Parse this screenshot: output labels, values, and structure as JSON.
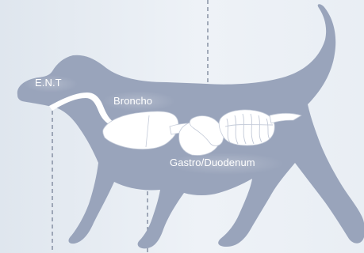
{
  "labels": {
    "ent": "E.N.T",
    "broncho": "Broncho",
    "gastro": "Gastro/Duodenum"
  },
  "colors": {
    "background": "#e9eef4",
    "silhouette": "#99a4bb",
    "organs": "#ffffff",
    "organ_outline": "#c3cad8",
    "guide_lines": "#6f7a90"
  }
}
